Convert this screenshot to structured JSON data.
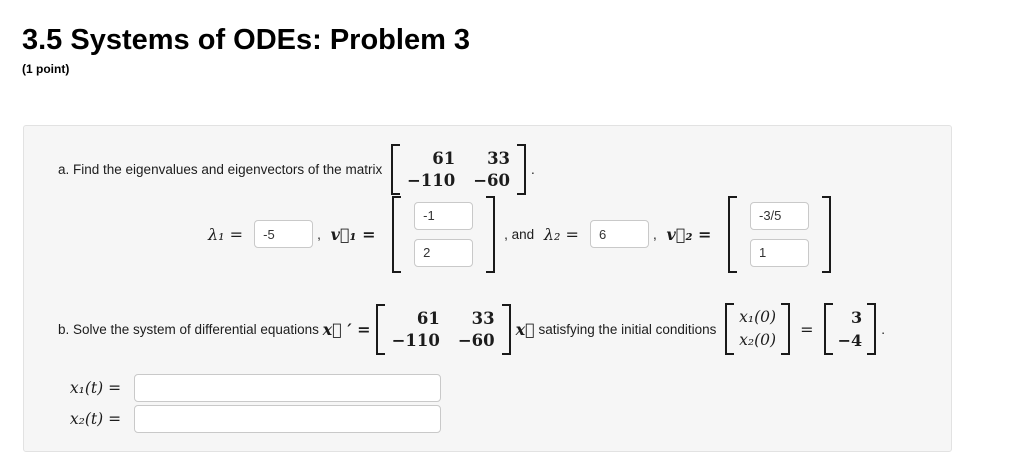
{
  "header": {
    "title": "3.5 Systems of ODEs: Problem 3",
    "points": "(1 point)"
  },
  "colors": {
    "card_bg": "#f6f6f6",
    "card_border": "#e2e2e2",
    "input_border": "#c9c9c9",
    "input_bg": "#ffffff",
    "text": "#1c1c1c"
  },
  "matrix": {
    "rows": [
      [
        "61",
        "33"
      ],
      [
        "−110",
        "−60"
      ]
    ]
  },
  "part_a": {
    "label": "a. Find the eigenvalues and eigenvectors of the matrix ",
    "period": ".",
    "eigen": {
      "lambda1_label": "λ₁ = ",
      "lambda1_value": "-5",
      "sep1": ", ",
      "v1_label": "v⃗₁ = ",
      "v1_values": [
        "-1",
        "2"
      ],
      "sep2": ", and ",
      "lambda2_label": "λ₂ = ",
      "lambda2_value": "6",
      "sep3": ", ",
      "v2_label": "v⃗₂ = ",
      "v2_values": [
        "-3/5",
        "1"
      ]
    }
  },
  "part_b": {
    "label": "b. Solve the system of differential equations ",
    "xprime_label": "x⃗ ′ =",
    "x_vec": "x⃗",
    "satisfying": " satisfying the initial conditions ",
    "ic_entries": [
      "x₁(0)",
      "x₂(0)"
    ],
    "equals": " = ",
    "ic_values": [
      "3",
      "−4"
    ],
    "period": "."
  },
  "answers": {
    "rows": [
      {
        "label": "x₁(t) = ",
        "value": ""
      },
      {
        "label": "x₂(t) = ",
        "value": ""
      }
    ]
  }
}
